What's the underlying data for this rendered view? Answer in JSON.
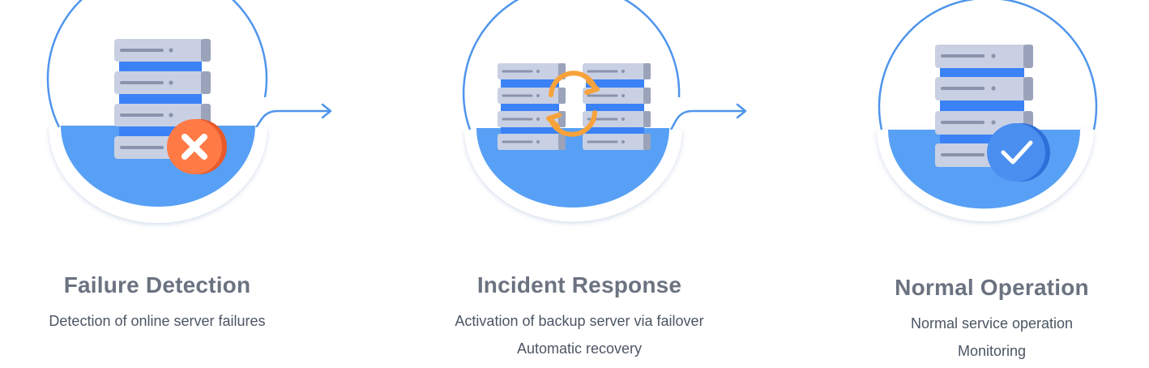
{
  "colors": {
    "blue": "#57a0f5",
    "blue_dark": "#3b82f6",
    "outline": "#4f95ec",
    "server_body": "#c9d0e3",
    "server_side": "#9aa3ba",
    "server_line": "#8a93ab",
    "error": "#ff7a45",
    "sync": "#f7a23b",
    "title": "#6b7280",
    "text": "#4b5563"
  },
  "steps": [
    {
      "title": "Failure Detection",
      "lines": [
        "Detection of online server failures"
      ],
      "status_icon": "error-x-icon"
    },
    {
      "title": "Incident Response",
      "lines": [
        "Activation of backup server via failover",
        "Automatic recovery"
      ],
      "status_icon": "sync-arrows-icon"
    },
    {
      "title": "Normal Operation",
      "lines": [
        "Normal service operation",
        "Monitoring"
      ],
      "status_icon": "check-icon"
    }
  ]
}
